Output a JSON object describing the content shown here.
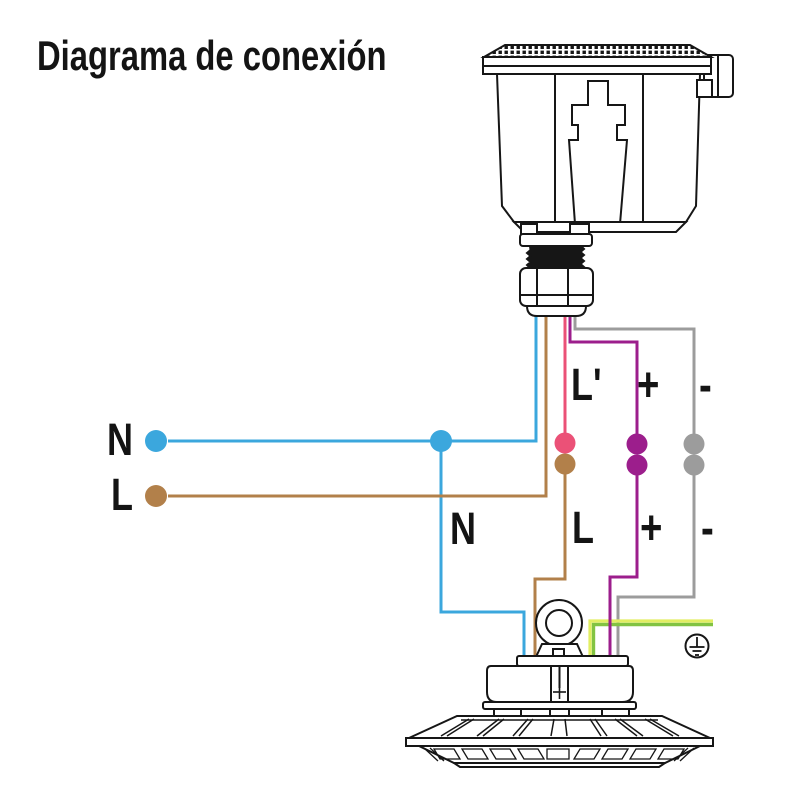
{
  "title": "Diagrama de conexión",
  "mains": {
    "neutral_label": "N",
    "live_label": "L"
  },
  "sensor": {
    "outputs": {
      "switched_live_label": "L'",
      "dim_plus_label": "+",
      "dim_minus_label": "-"
    }
  },
  "luminaire": {
    "inputs": {
      "neutral_label": "N",
      "live_label": "L",
      "dim_plus_label": "+",
      "dim_minus_label": "-"
    }
  },
  "colors": {
    "neutral": "#3BA7DD",
    "live": "#B2804A",
    "switched_live": "#EB5177",
    "dim_plus": "#9C1E8C",
    "dim_minus": "#9C9C9C",
    "earth_yellow": "#E2EE62",
    "earth_green": "#82C342",
    "ink": "#161616"
  },
  "icons": {
    "earth_ground": "earth-ground-icon"
  }
}
